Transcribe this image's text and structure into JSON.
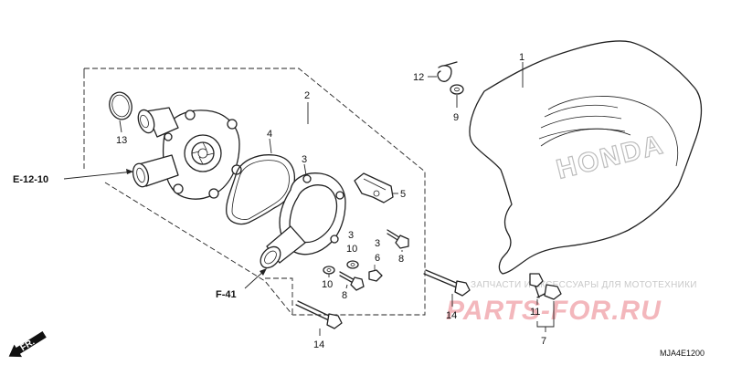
{
  "diagram": {
    "callouts": {
      "c1": "1",
      "c2": "2",
      "c3a": "3",
      "c3b": "3",
      "c3c": "3",
      "c4": "4",
      "c5": "5",
      "c6": "6",
      "c7": "7",
      "c8a": "8",
      "c8b": "8",
      "c9": "9",
      "c10a": "10",
      "c10b": "10",
      "c11": "11",
      "c12": "12",
      "c13": "13",
      "c14a": "14",
      "c14b": "14"
    },
    "references": {
      "left": "E-12-10",
      "bottom": "F-41"
    },
    "direction_label": "FR.",
    "diagram_code": "MJA4E1200",
    "emblem_text": "HONDA",
    "watermark": {
      "line1": "ЗАПЧАСТИ И АКСЕССУАРЫ ДЛЯ МОТОТЕХНИКИ",
      "line2": "PARTS-FOR.RU"
    }
  }
}
